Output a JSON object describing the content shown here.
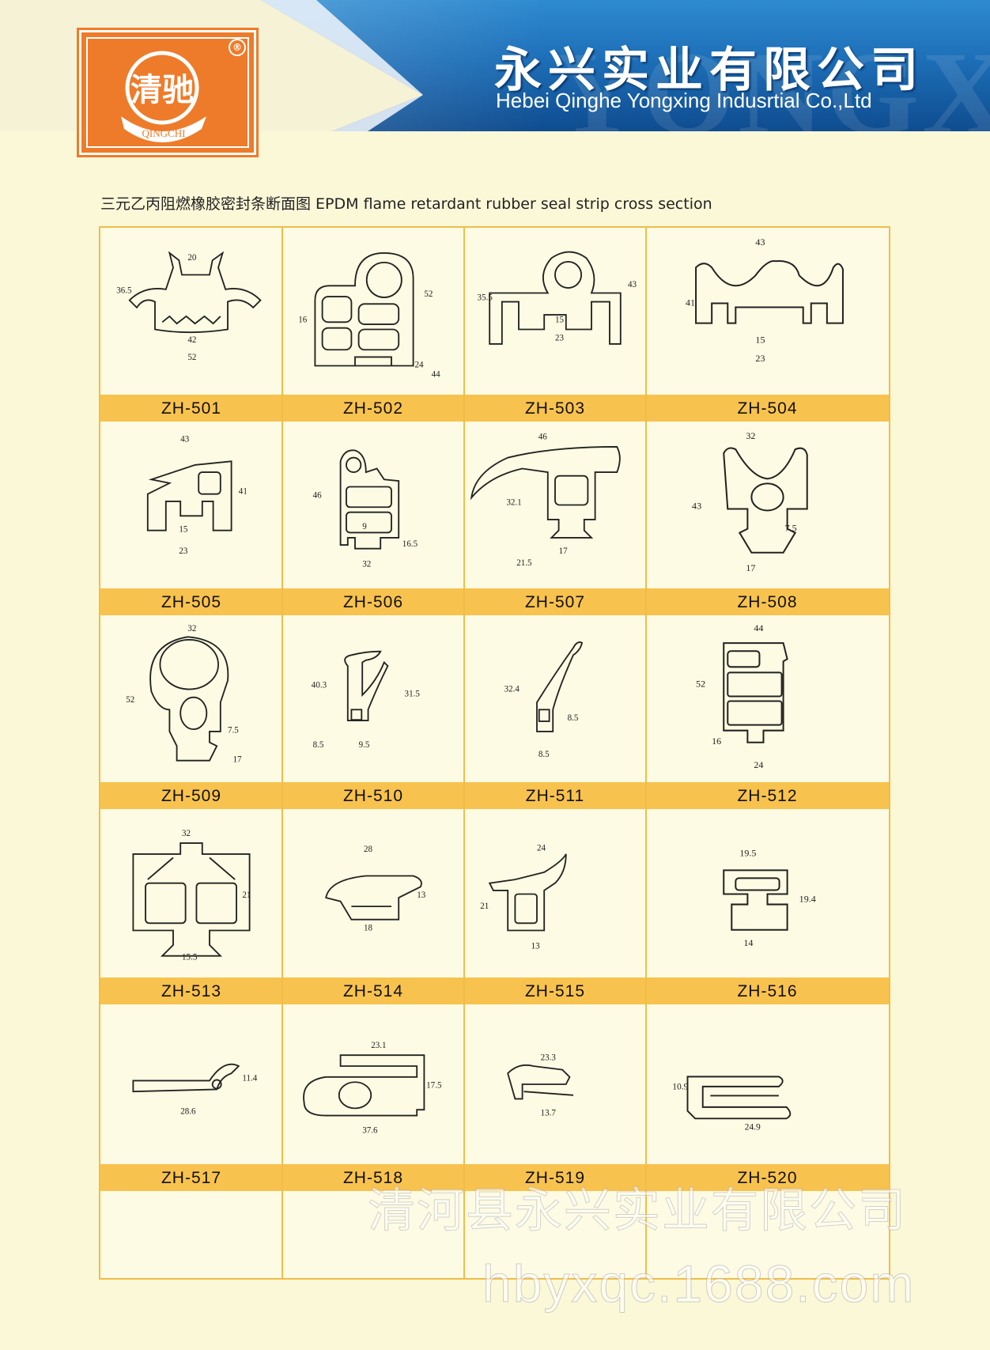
{
  "header": {
    "logo_text": "清驰",
    "logo_sub": "QINGCHI",
    "logo_reg": "®",
    "company_cn": "永兴实业有限公司",
    "company_en": "Hebei  Qinghe Yongxing Indusrtial Co.,Ltd",
    "ghost_text": "YONGXING",
    "colors": {
      "header_blue": "#1d6fb8",
      "logo_orange": "#ee7b2a",
      "label_bar": "#f8c24e",
      "page_bg": "#fbf8d8"
    }
  },
  "title": "三元乙丙阻燃橡胶密封条断面图  EPDM flame retardant rubber seal strip cross section",
  "products": [
    {
      "code": "ZH-501",
      "dims": [
        "20",
        "36.5",
        "42",
        "52"
      ]
    },
    {
      "code": "ZH-502",
      "dims": [
        "52",
        "16",
        "24",
        "44"
      ]
    },
    {
      "code": "ZH-503",
      "dims": [
        "35.5",
        "43",
        "15",
        "23"
      ]
    },
    {
      "code": "ZH-504",
      "dims": [
        "43",
        "41",
        "15",
        "23"
      ]
    },
    {
      "code": "ZH-505",
      "dims": [
        "43",
        "41",
        "15",
        "23"
      ]
    },
    {
      "code": "ZH-506",
      "dims": [
        "46",
        "9",
        "16.5",
        "32"
      ]
    },
    {
      "code": "ZH-507",
      "dims": [
        "46",
        "32.1",
        "17",
        "21.5"
      ]
    },
    {
      "code": "ZH-508",
      "dims": [
        "32",
        "43",
        "7.5",
        "17"
      ]
    },
    {
      "code": "ZH-509",
      "dims": [
        "32",
        "52",
        "7.5",
        "17"
      ]
    },
    {
      "code": "ZH-510",
      "dims": [
        "40.3",
        "31.5",
        "8.5",
        "9.5"
      ]
    },
    {
      "code": "ZH-511",
      "dims": [
        "32.4",
        "8.5",
        "8.5"
      ]
    },
    {
      "code": "ZH-512",
      "dims": [
        "44",
        "52",
        "16",
        "24"
      ]
    },
    {
      "code": "ZH-513",
      "dims": [
        "32",
        "21",
        "15.5"
      ]
    },
    {
      "code": "ZH-514",
      "dims": [
        "28",
        "13",
        "18"
      ]
    },
    {
      "code": "ZH-515",
      "dims": [
        "24",
        "21",
        "13"
      ]
    },
    {
      "code": "ZH-516",
      "dims": [
        "19.5",
        "19.4",
        "14"
      ]
    },
    {
      "code": "ZH-517",
      "dims": [
        "11.4",
        "28.6"
      ]
    },
    {
      "code": "ZH-518",
      "dims": [
        "23.1",
        "17.5",
        "37.6"
      ]
    },
    {
      "code": "ZH-519",
      "dims": [
        "23.3",
        "13.7"
      ]
    },
    {
      "code": "ZH-520",
      "dims": [
        "10.9",
        "24.9"
      ]
    }
  ],
  "watermarks": [
    "清河县永兴实业有限公司",
    "hbyxqc.1688.com"
  ]
}
